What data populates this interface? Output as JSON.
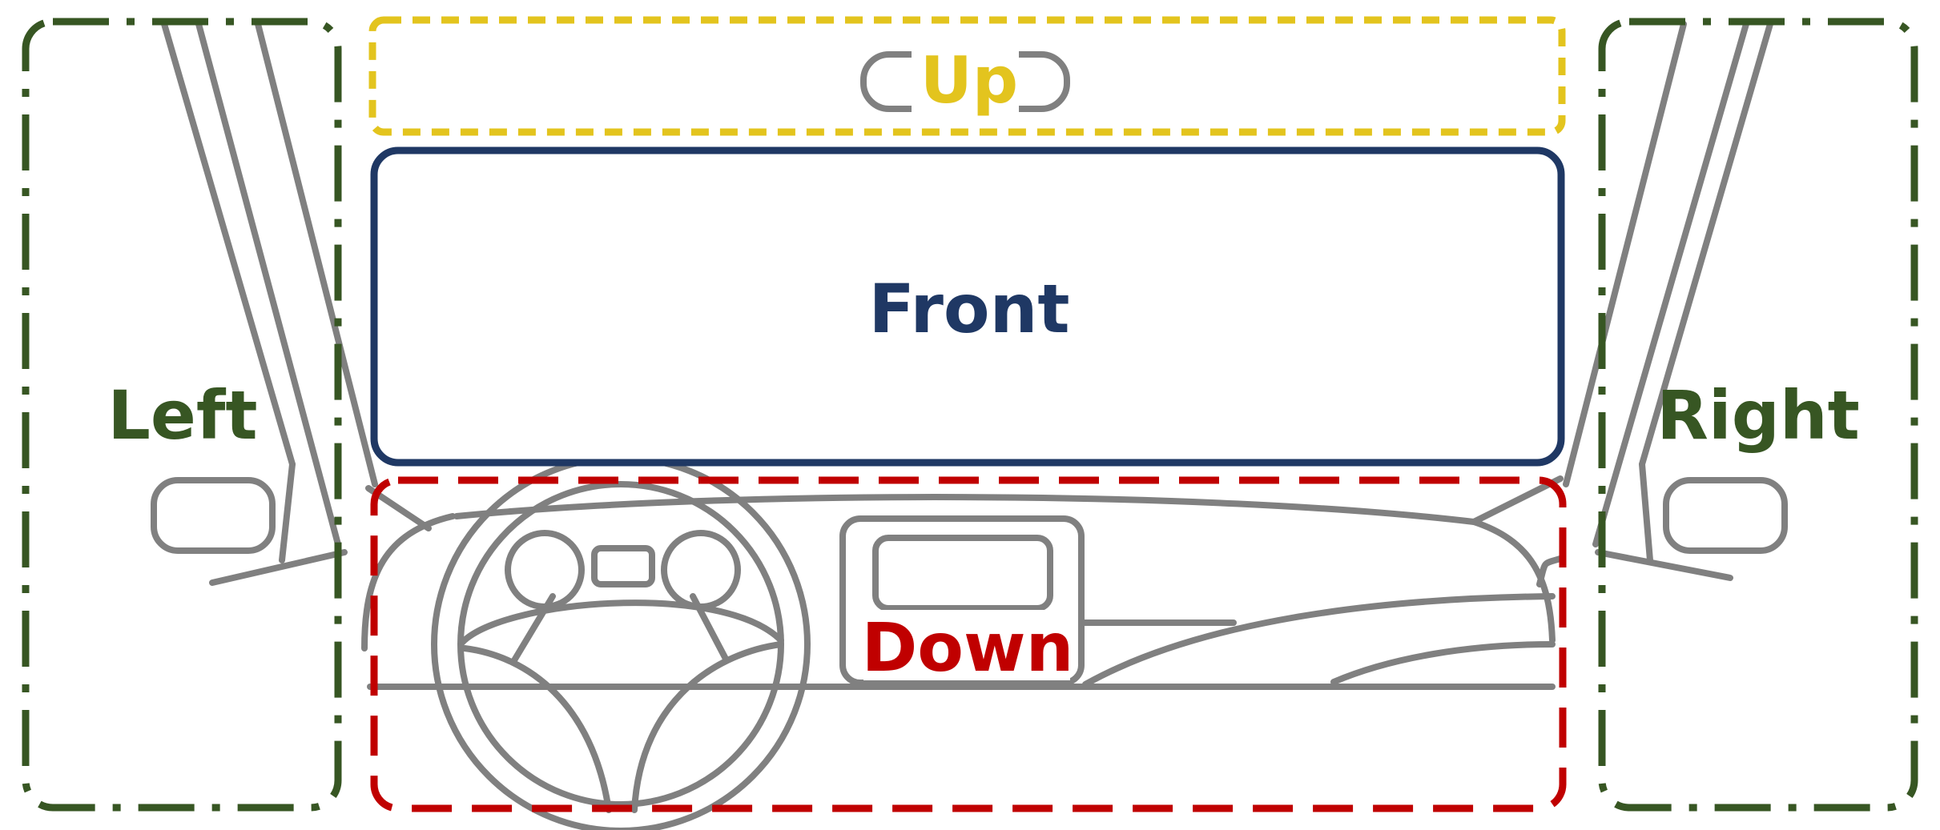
{
  "labels": {
    "up": "Up",
    "front": "Front",
    "left": "Left",
    "right": "Right",
    "down": "Down"
  },
  "colors": {
    "up": "#e3c41e",
    "front": "#1f3864",
    "side": "#375623",
    "down": "#c00000",
    "car": "#808080",
    "background": "#ffffff"
  }
}
